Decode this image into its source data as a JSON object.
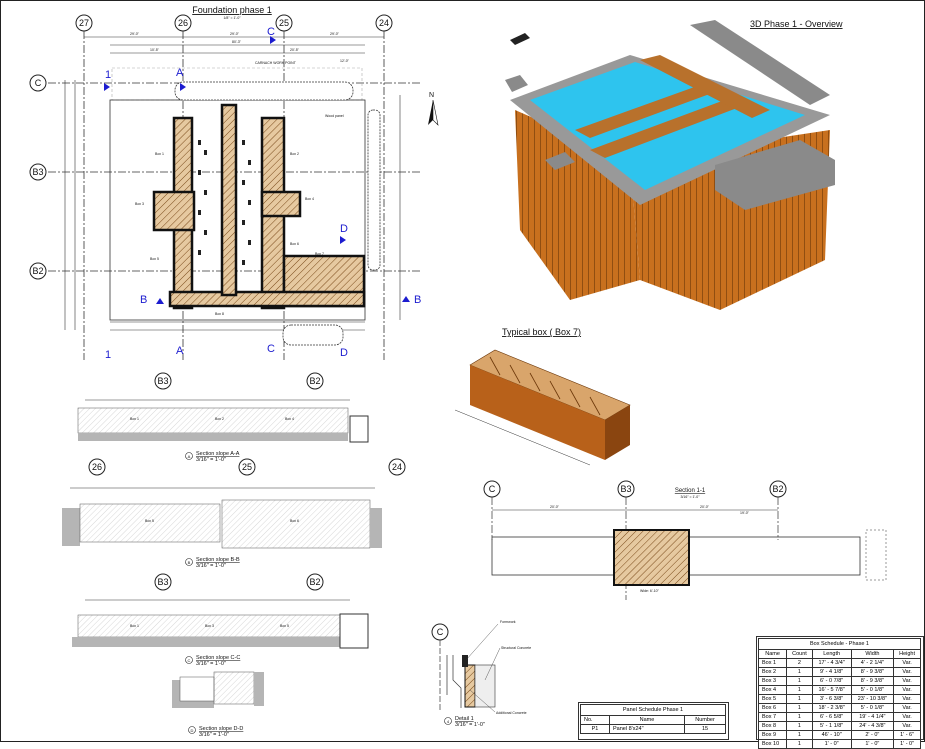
{
  "plan": {
    "title": "Foundation phase 1",
    "scale": "1/8\" = 1'-0\"",
    "grids": [
      "27",
      "26",
      "25",
      "24"
    ],
    "rows": [
      "C",
      "B3",
      "B2"
    ],
    "markers": [
      "1",
      "A",
      "C",
      "B",
      "D"
    ],
    "notes": [
      "CARNACH WORK POINT",
      "Wood panel",
      "Box 1",
      "Box 2",
      "Box 3",
      "Box 4",
      "Box 5",
      "Box 6",
      "Box 7",
      "Box 8"
    ],
    "dims": [
      "29'-0\"",
      "29'-0\"",
      "29'-0\"",
      "80'-3\"",
      "10'-5\"",
      "20'-5\"",
      "12'-0\""
    ]
  },
  "overview": {
    "title": "3D Phase 1 - Overview"
  },
  "typical_box": {
    "title": "Typical box ( Box 7)"
  },
  "section11": {
    "title": "Section 1-1",
    "scale": "3/16\" = 1'-0\"",
    "grids": [
      "C",
      "B3",
      "B2"
    ],
    "dims": [
      "20'-0\"",
      "20'-0\"",
      "19'-0\""
    ],
    "width_label": "Wide: 6'-10\""
  },
  "sections": [
    {
      "num": "A",
      "title": "Section slope A-A",
      "scale": "3/16\" = 1'-0\"",
      "grids": [
        "B3",
        "B2"
      ],
      "boxes": [
        "Box 1",
        "Box 2",
        "Box 4"
      ]
    },
    {
      "num": "B",
      "title": "Section slope B-B",
      "scale": "3/16\" = 1'-0\"",
      "grids": [
        "26",
        "25",
        "24"
      ],
      "boxes": [
        "Box 5",
        "Box 6"
      ]
    },
    {
      "num": "C",
      "title": "Section slope C-C",
      "scale": "3/16\" = 1'-0\"",
      "grids": [
        "B3",
        "B2"
      ],
      "boxes": [
        "Box 1",
        "Box 3",
        "Box 5"
      ]
    },
    {
      "num": "D",
      "title": "Section slope D-D",
      "scale": "3/16\" = 1'-0\"",
      "grids": [],
      "boxes": []
    }
  ],
  "detail": {
    "num": "4",
    "title": "Detail 1",
    "scale": "3/16\" = 1'-0\"",
    "grid": "C",
    "labels": [
      "Formwork",
      "Structural Concrete",
      "Additional Concrete"
    ]
  },
  "panel_schedule": {
    "title": "Panel Schedule Phase 1",
    "headers": [
      "No.",
      "Name",
      "Number"
    ],
    "rows": [
      [
        "P1",
        "Panel 8'x24\"",
        "15"
      ]
    ]
  },
  "box_schedule": {
    "title": "Box Schedule - Phase 1",
    "headers": [
      "Name",
      "Count",
      "Length",
      "Width",
      "Height"
    ],
    "rows": [
      [
        "Box 1",
        "2",
        "17' - 4 3/4\"",
        "4' - 2 1/4\"",
        "Var."
      ],
      [
        "Box 2",
        "1",
        "9' - 4 1/8\"",
        "8' - 9 3/8\"",
        "Var."
      ],
      [
        "Box 3",
        "1",
        "6' - 0 7/8\"",
        "8' - 9 3/8\"",
        "Var."
      ],
      [
        "Box 4",
        "1",
        "16' - 5 7/8\"",
        "5' - 0 1/8\"",
        "Var."
      ],
      [
        "Box 5",
        "1",
        "3' - 6 3/8\"",
        "23' - 10 3/8\"",
        "Var."
      ],
      [
        "Box 6",
        "1",
        "18' - 2 3/8\"",
        "5' - 0 1/8\"",
        "Var."
      ],
      [
        "Box 7",
        "1",
        "6' - 6 5/8\"",
        "19' - 4 1/4\"",
        "Var."
      ],
      [
        "Box 8",
        "1",
        "5' - 1 1/8\"",
        "24' - 4 3/8\"",
        "Var."
      ],
      [
        "Box 9",
        "1",
        "46' - 10\"",
        "2' - 0\"",
        "1' - 6\""
      ],
      [
        "Box 10",
        "1",
        "1' - 0\"",
        "1' - 0\"",
        "1' - 0\""
      ]
    ]
  },
  "colors": {
    "wood": "#c8701e",
    "slab": "#2ec4ee",
    "concrete": "#9a9a9a",
    "marker": "#1c1ccf"
  }
}
